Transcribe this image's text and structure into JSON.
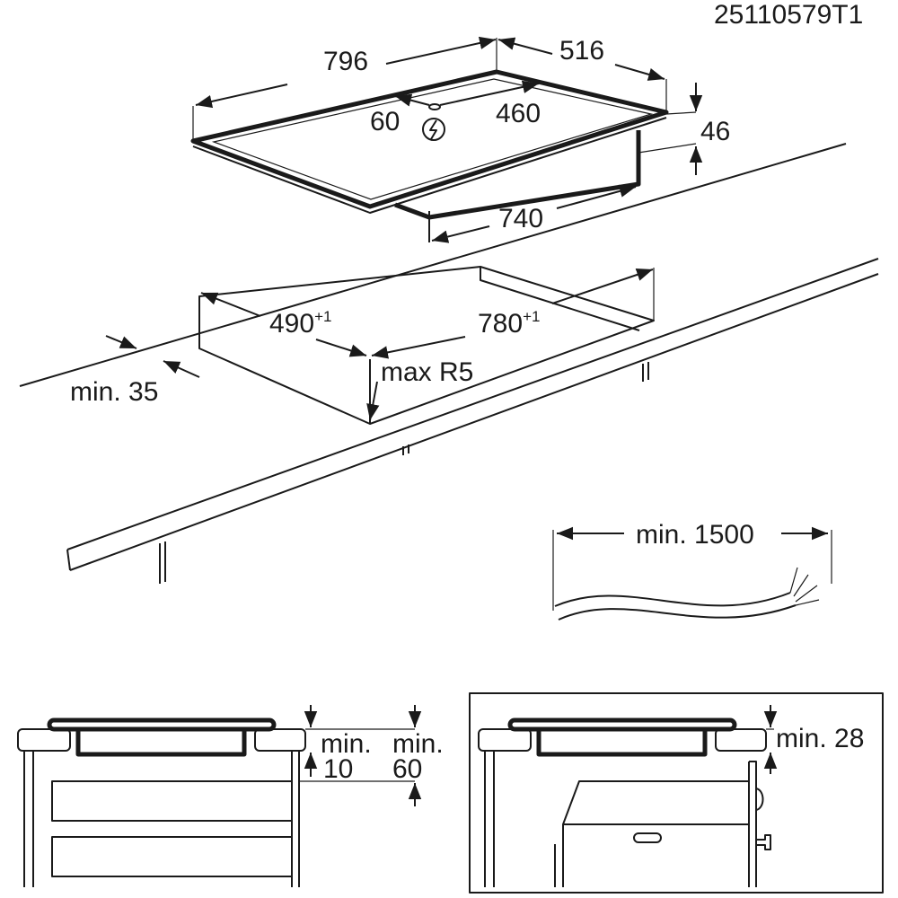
{
  "doc_id": "25110579T1",
  "hob": {
    "width": "796",
    "depth": "516",
    "height": "46",
    "box_width": "740",
    "connection_offset": "60",
    "connection_distance": "460",
    "connection_icon": "electric-connection-icon"
  },
  "cutout": {
    "depth": "490",
    "depth_tol": "+1",
    "width": "780",
    "width_tol": "+1",
    "radius": "max R5",
    "front_distance": "min. 35"
  },
  "cable": {
    "length": "min. 1500"
  },
  "section_left": {
    "label1a": "min.",
    "label1b": "10",
    "label2a": "min.",
    "label2b": "60"
  },
  "section_right": {
    "label": "min. 28"
  }
}
